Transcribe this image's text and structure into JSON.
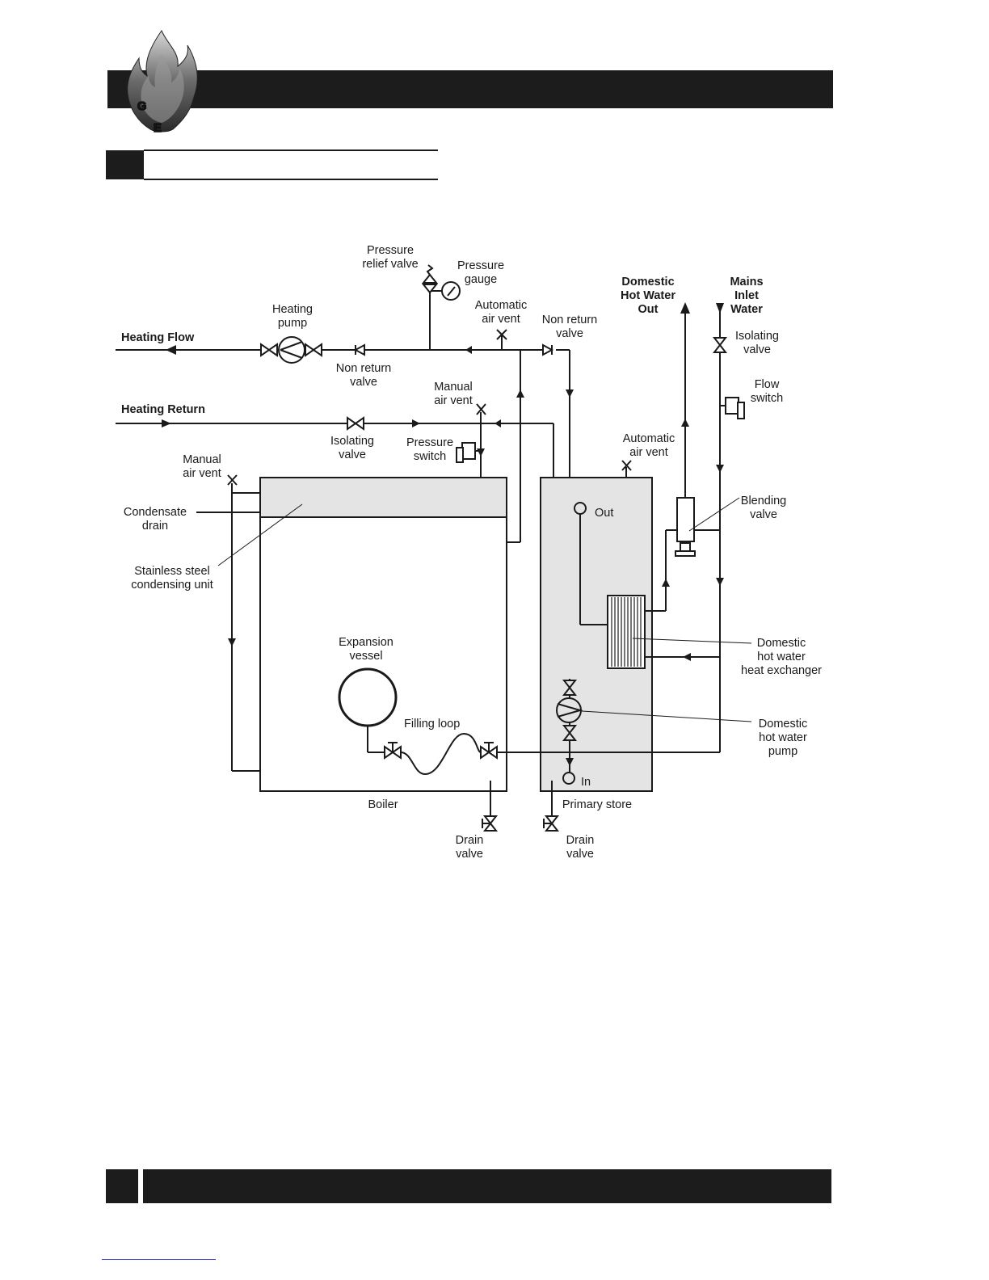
{
  "logo": {
    "icon": "flame-logo-icon",
    "letters": [
      "G",
      "E"
    ]
  },
  "diagram": {
    "labels": {
      "pressure_relief_valve": [
        "Pressure",
        "relief valve"
      ],
      "pressure_gauge": [
        "Pressure",
        "gauge"
      ],
      "heating_pump": [
        "Heating",
        "pump"
      ],
      "auto_air_vent_top": [
        "Automatic",
        "air vent"
      ],
      "non_return_valve_right": [
        "Non return",
        "valve"
      ],
      "dhw_out": [
        "Domestic",
        "Hot Water",
        "Out"
      ],
      "mains_inlet": [
        "Mains",
        "Inlet",
        "Water"
      ],
      "isolating_valve_mains": [
        "Isolating",
        "valve"
      ],
      "heating_flow": "Heating Flow",
      "non_return_valve_left": [
        "Non return",
        "valve"
      ],
      "manual_air_vent_top": [
        "Manual",
        "air vent"
      ],
      "flow_switch": [
        "Flow",
        "switch"
      ],
      "heating_return": "Heating Return",
      "isolating_valve_return": [
        "Isolating",
        "valve"
      ],
      "pressure_switch": [
        "Pressure",
        "switch"
      ],
      "auto_air_vent_store": [
        "Automatic",
        "air vent"
      ],
      "manual_air_vent_left": [
        "Manual",
        "air vent"
      ],
      "condensate_drain": [
        "Condensate",
        "drain"
      ],
      "blending_valve": [
        "Blending",
        "valve"
      ],
      "out": "Out",
      "stainless_unit": [
        "Stainless steel",
        "condensing unit"
      ],
      "expansion_vessel": [
        "Expansion",
        "vessel"
      ],
      "dhw_heat_exchanger": [
        "Domestic",
        "hot water",
        "heat exchanger"
      ],
      "filling_loop": "Filling loop",
      "dhw_pump": [
        "Domestic",
        "hot water",
        "pump"
      ],
      "in": "In",
      "boiler": "Boiler",
      "primary_store": "Primary store",
      "drain_valve_left": [
        "Drain",
        "valve"
      ],
      "drain_valve_right": [
        "Drain",
        "valve"
      ]
    }
  }
}
